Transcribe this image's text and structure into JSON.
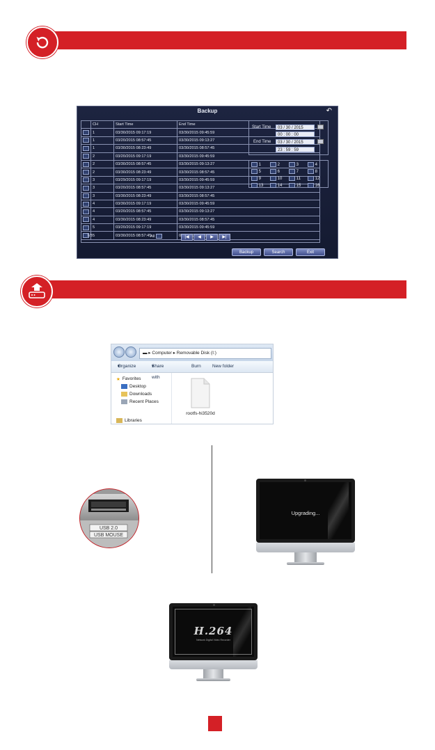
{
  "dvr_backup": {
    "title": "Backup",
    "columns": [
      "CH",
      "Start Time",
      "End Time"
    ],
    "rows": [
      {
        "ch": "1",
        "start": "03/30/2015  09:17:19",
        "end": "03/30/2015  09:45:59"
      },
      {
        "ch": "1",
        "start": "03/20/2015  08:57:45",
        "end": "03/30/2015  09:13:27"
      },
      {
        "ch": "1",
        "start": "03/30/2015  08:23:49",
        "end": "03/30/2015  08:57:45"
      },
      {
        "ch": "2",
        "start": "03/20/2015  09:17:19",
        "end": "03/30/2015  09:45:59"
      },
      {
        "ch": "2",
        "start": "03/30/2015  08:57:45",
        "end": "03/30/2015  09:13:27"
      },
      {
        "ch": "2",
        "start": "03/30/2015  08:23:49",
        "end": "03/30/2015  08:57:45"
      },
      {
        "ch": "3",
        "start": "03/29/2015  09:17:19",
        "end": "03/30/2015  09:45:59"
      },
      {
        "ch": "3",
        "start": "03/20/2015  08:57:45",
        "end": "03/30/2015  09:13:27"
      },
      {
        "ch": "3",
        "start": "03/30/2015  08:23:49",
        "end": "03/30/2015  08:57:45"
      },
      {
        "ch": "4",
        "start": "03/30/2015  09:17:19",
        "end": "03/30/2015  09:45:59"
      },
      {
        "ch": "4",
        "start": "03/20/2015  08:57:45",
        "end": "03/30/2015  09:13:27"
      },
      {
        "ch": "4",
        "start": "03/30/2015  08:23:49",
        "end": "03/30/2015  08:57:45"
      },
      {
        "ch": "5",
        "start": "03/20/2015  09:17:19",
        "end": "03/30/2015  09:45:59"
      },
      {
        "ch": "5",
        "start": "03/30/2015  08:57:45",
        "end": "03/30/2015  09:13:27"
      }
    ],
    "page": "1/3",
    "all_label": "All",
    "start_time_label": "Start Time",
    "start_date": "03  /  30  /  2015",
    "start_clock": "00  :  00  :  00",
    "end_time_label": "End Time",
    "end_date": "03  /  30  /  2015",
    "end_clock": "23  :  59  :  59",
    "channels": [
      "1",
      "2",
      "3",
      "4",
      "5",
      "6",
      "7",
      "8",
      "9",
      "10",
      "11",
      "12",
      "13",
      "14",
      "15",
      "16"
    ],
    "buttons": {
      "backup": "Backup",
      "search": "Search",
      "exit": "Exit"
    }
  },
  "explorer": {
    "path_computer": "Computer",
    "path_disk": "Removable Disk (I:)",
    "toolbar": {
      "organize": "Organize",
      "share": "Share with",
      "burn": "Burn",
      "new_folder": "New folder"
    },
    "nav": {
      "favorites": "Favorites",
      "desktop": "Desktop",
      "downloads": "Downloads",
      "recent": "Recent Places",
      "libraries": "Libraries"
    },
    "file_name": "rootfs-hi3520d"
  },
  "usb_label": {
    "line1": "USB 2.0",
    "line2": "USB MOUSE"
  },
  "upgrading_text": "Upgrading...",
  "logo": {
    "main": "H.264",
    "sub": "Network Digital Video Recorder"
  }
}
